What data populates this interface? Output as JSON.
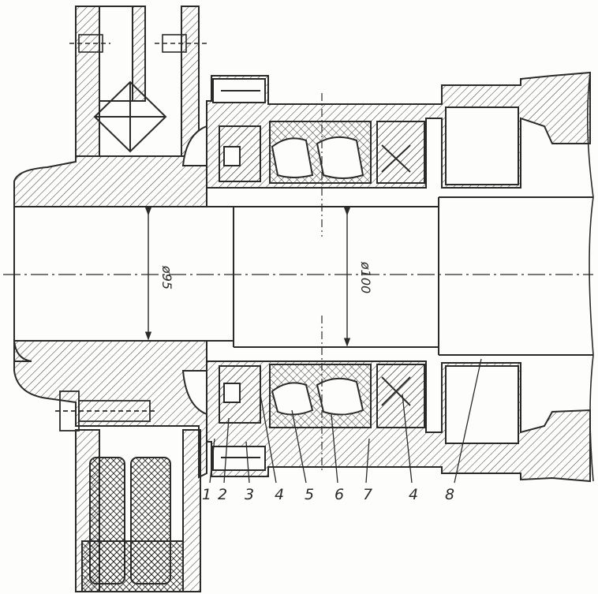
{
  "drawing": {
    "dimensions": [
      {
        "id": "dim-95",
        "text": "ø95"
      },
      {
        "id": "dim-100",
        "text": "ø100"
      }
    ],
    "callouts": [
      {
        "id": "callout-1",
        "text": "1"
      },
      {
        "id": "callout-2",
        "text": "2"
      },
      {
        "id": "callout-3",
        "text": "3"
      },
      {
        "id": "callout-4a",
        "text": "4"
      },
      {
        "id": "callout-5",
        "text": "5"
      },
      {
        "id": "callout-6",
        "text": "6"
      },
      {
        "id": "callout-7",
        "text": "7"
      },
      {
        "id": "callout-4b",
        "text": "4"
      },
      {
        "id": "callout-8",
        "text": "8"
      }
    ],
    "colors": {
      "line": "#2a2a2a",
      "paper": "#fdfdfb",
      "hatch": "#3a3a3a"
    }
  }
}
